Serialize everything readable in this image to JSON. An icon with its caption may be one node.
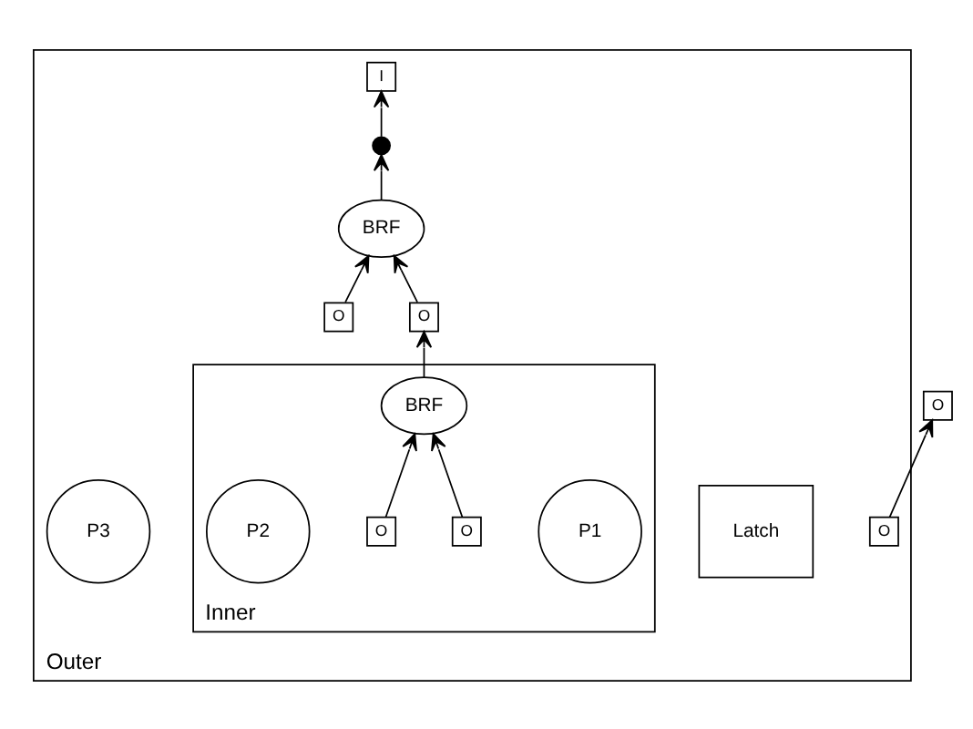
{
  "diagram": {
    "nodes": [
      {
        "text": [
          "Outer"
        ]
      },
      {
        "text": [
          "O"
        ]
      },
      {
        "text": [],
        "shape": "circle",
        "in": 0
      },
      {
        "text": [
          "Latch"
        ],
        "in": 0
      },
      {
        "text": [
          "O"
        ],
        "in": 0
      },
      {
        "text": [
          "P3"
        ],
        "in": 0
      },
      {
        "text": [
          "O"
        ],
        "in": 0
      },
      {
        "text": [
          "BRF"
        ],
        "in": 0
      },
      {
        "text": [
          "I"
        ],
        "in": 0
      },
      {
        "text": [
          "O"
        ],
        "in": 0
      },
      {
        "text": [
          "Inner"
        ],
        "in": 0
      },
      {
        "text": [
          "P1"
        ],
        "in": 10
      },
      {
        "text": [
          "O"
        ],
        "in": 10
      },
      {
        "text": [
          "BRF"
        ],
        "in": 10
      },
      {
        "text": [
          "O"
        ],
        "in": 10
      },
      {
        "text": [
          "P2"
        ],
        "in": 10
      }
    ],
    "edges": [
      {
        "from": 6,
        "to": 7,
        "arrow": "to"
      },
      {
        "from": 9,
        "to": 7,
        "arrow": "to"
      },
      {
        "from": 7,
        "to": 2,
        "arrow": "to"
      },
      {
        "from": 2,
        "to": 8,
        "arrow": "to"
      },
      {
        "from": 4,
        "to": 1,
        "arrow": "to"
      },
      {
        "from": 12,
        "to": 13,
        "arrow": "to"
      },
      {
        "from": 14,
        "to": 13,
        "arrow": "to"
      },
      {
        "from": 13,
        "to": 9,
        "arrow": "to"
      }
    ]
  }
}
